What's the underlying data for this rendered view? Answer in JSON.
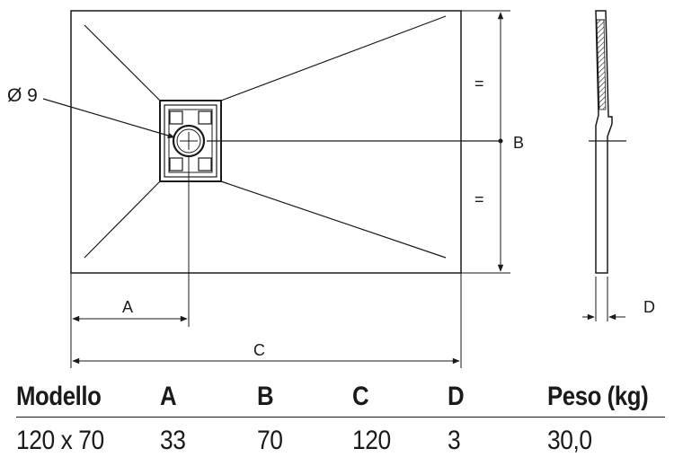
{
  "diagram": {
    "labels": {
      "diameter": "Ø 9",
      "dim_a": "A",
      "dim_b": "B",
      "dim_c": "C",
      "dim_d": "D",
      "equal_top": "=",
      "equal_bottom": "="
    }
  },
  "table": {
    "headers": {
      "model": "Modello",
      "a": "A",
      "b": "B",
      "c": "C",
      "d": "D",
      "weight": "Peso (kg)"
    },
    "row": {
      "model": "120 x 70",
      "a": "33",
      "b": "70",
      "c": "120",
      "d": "3",
      "weight": "30,0"
    }
  }
}
